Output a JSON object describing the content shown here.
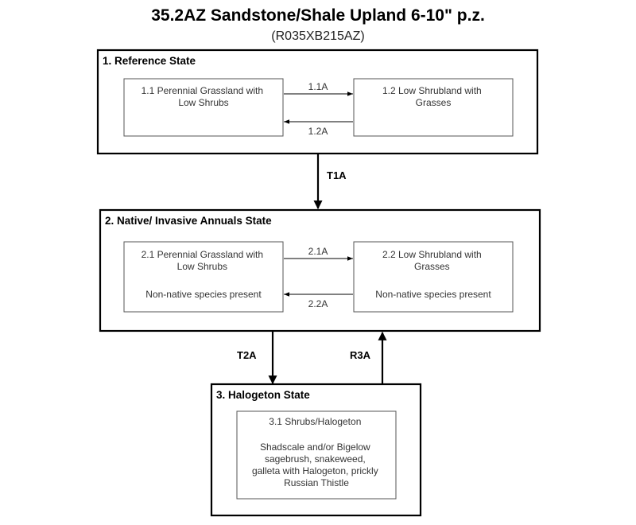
{
  "title": "35.2AZ Sandstone/Shale Upland 6-10\" p.z.",
  "subtitle": "(R035XB215AZ)",
  "states": [
    {
      "label": "1. Reference State",
      "phases": [
        {
          "lines": [
            "1.1 Perennial Grassland with",
            "Low Shrubs"
          ]
        },
        {
          "lines": [
            "1.2 Low Shrubland with",
            "Grasses"
          ]
        }
      ],
      "pathways": [
        "1.1A",
        "1.2A"
      ]
    },
    {
      "label": "2. Native/ Invasive Annuals State",
      "phases": [
        {
          "lines": [
            "2.1 Perennial Grassland with",
            "Low Shrubs",
            "",
            "Non-native species present"
          ]
        },
        {
          "lines": [
            "2.2 Low Shrubland with",
            "Grasses",
            "",
            "Non-native species present"
          ]
        }
      ],
      "pathways": [
        "2.1A",
        "2.2A"
      ]
    },
    {
      "label": "3. Halogeton State",
      "phases": [
        {
          "lines": [
            "3.1 Shrubs/Halogeton",
            "",
            "Shadscale and/or Bigelow",
            "sagebrush, snakeweed,",
            "galleta with Halogeton, prickly",
            "Russian Thistle"
          ]
        }
      ],
      "pathways": []
    }
  ],
  "transitions": [
    "T1A",
    "T2A",
    "R3A"
  ],
  "colors": {
    "stroke": "#000000",
    "phase_border": "#555555",
    "background": "#ffffff"
  }
}
